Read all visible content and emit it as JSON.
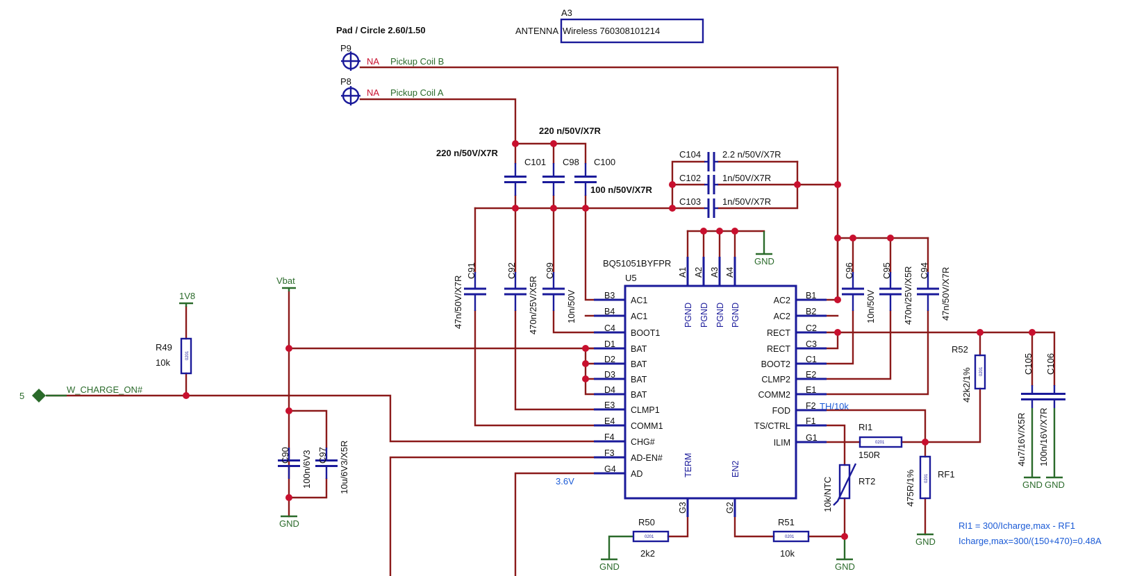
{
  "header": {
    "pad_label": "Pad / Circle 2.60/1.50"
  },
  "antenna": {
    "ref": "A3",
    "type": "ANTENNA",
    "part": "Wireless 760308101214"
  },
  "pads": [
    {
      "ref": "P9",
      "net_na": "NA",
      "net": "Pickup Coil B"
    },
    {
      "ref": "P8",
      "net_na": "NA",
      "net": "Pickup Coil A"
    }
  ],
  "ic": {
    "ref": "U5",
    "part": "BQ51051BYFPR",
    "left_pins": [
      {
        "num": "B3",
        "name": "AC1"
      },
      {
        "num": "B4",
        "name": "AC1"
      },
      {
        "num": "C4",
        "name": "BOOT1"
      },
      {
        "num": "D1",
        "name": "BAT"
      },
      {
        "num": "D2",
        "name": "BAT"
      },
      {
        "num": "D3",
        "name": "BAT"
      },
      {
        "num": "D4",
        "name": "BAT"
      },
      {
        "num": "E3",
        "name": "CLMP1"
      },
      {
        "num": "E4",
        "name": "COMM1"
      },
      {
        "num": "F4",
        "name": "CHG#"
      },
      {
        "num": "F3",
        "name": "AD-EN#"
      },
      {
        "num": "G4",
        "name": "AD"
      }
    ],
    "right_pins": [
      {
        "num": "B1",
        "name": "AC2"
      },
      {
        "num": "B2",
        "name": "AC2"
      },
      {
        "num": "C2",
        "name": "RECT"
      },
      {
        "num": "C3",
        "name": "RECT"
      },
      {
        "num": "C1",
        "name": "BOOT2"
      },
      {
        "num": "E2",
        "name": "CLMP2"
      },
      {
        "num": "E1",
        "name": "COMM2"
      },
      {
        "num": "F2",
        "name": "FOD"
      },
      {
        "num": "F1",
        "name": "TS/CTRL"
      },
      {
        "num": "G1",
        "name": "ILIM"
      }
    ],
    "top_pins": [
      {
        "num": "A1",
        "name": "PGND"
      },
      {
        "num": "A2",
        "name": "PGND"
      },
      {
        "num": "A3",
        "name": "PGND"
      },
      {
        "num": "A4",
        "name": "PGND"
      }
    ],
    "bottom_pins": [
      {
        "num": "G3",
        "name": "TERM"
      },
      {
        "num": "G2",
        "name": "EN2"
      }
    ]
  },
  "caps": {
    "c101": {
      "ref": "C101",
      "value": "220 n/50V/X7R"
    },
    "c98": {
      "ref": "C98",
      "value": "220 n/50V/X7R"
    },
    "c100": {
      "ref": "C100",
      "value": "100 n/50V/X7R"
    },
    "c104": {
      "ref": "C104",
      "value": "2.2 n/50V/X7R"
    },
    "c102": {
      "ref": "C102",
      "value": "1n/50V/X7R"
    },
    "c103": {
      "ref": "C103",
      "value": "1n/50V/X7R"
    },
    "c91": {
      "ref": "C91",
      "value": "47n/50V/X7R"
    },
    "c92": {
      "ref": "C92",
      "value": "470n/25V/X5R"
    },
    "c99": {
      "ref": "C99",
      "value": "10n/50V"
    },
    "c96": {
      "ref": "C96",
      "value": "10n/50V"
    },
    "c95": {
      "ref": "C95",
      "value": "470n/25V/X5R"
    },
    "c94": {
      "ref": "C94",
      "value": "47n/50V/X7R"
    },
    "c90": {
      "ref": "C90",
      "value": "100n/6V3"
    },
    "c97": {
      "ref": "C97",
      "value": "10u/6V3/X5R"
    },
    "c105": {
      "ref": "C105",
      "value": "4u7/16V/X5R"
    },
    "c106": {
      "ref": "C106",
      "value": "100n/16V/X7R"
    }
  },
  "resistors": {
    "r49": {
      "ref": "R49",
      "value": "10k",
      "pkg": "0201"
    },
    "r50": {
      "ref": "R50",
      "value": "2k2",
      "pkg": "0201"
    },
    "r51": {
      "ref": "R51",
      "value": "10k",
      "pkg": "0201"
    },
    "r52": {
      "ref": "R52",
      "value": "42k2/1%",
      "pkg": "0201"
    },
    "ri1": {
      "ref": "RI1",
      "value": "150R",
      "pkg": "0201"
    },
    "rf1": {
      "ref": "RF1",
      "value": "475R/1%",
      "pkg": "0201"
    },
    "rt2": {
      "ref": "RT2",
      "value": "10k/NTC"
    }
  },
  "nets": {
    "v1v8": "1V8",
    "vbat": "Vbat",
    "gnd": "GND",
    "w_charge": "W_CHARGE_ON#",
    "port_num": "5",
    "ad_volt": "3.6V",
    "fod_note": "TH/10k"
  },
  "notes": [
    "RI1 = 300/Icharge,max - RF1",
    "Icharge,max=300/(150+470)=0.48A"
  ],
  "colors": {
    "wire": "#8b1a1a",
    "component": "#1a1a9a",
    "power": "#2a6a2a",
    "junction": "#c8102e",
    "note": "#1a5ad6"
  }
}
